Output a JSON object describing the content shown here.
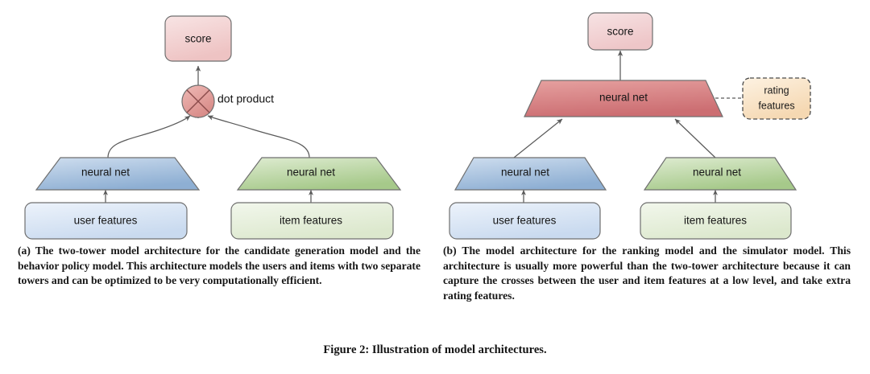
{
  "figure": {
    "number_label": "Figure 2:",
    "caption": "Figure 2: Illustration of model architectures."
  },
  "panels": [
    {
      "id": "a",
      "letter": "(a)",
      "caption": "(a) The two-tower model architecture for the candidate generation model and the behavior policy model. This architecture models the users and items with two separate towers and can be optimized to be very computationally efficient.",
      "nodes": {
        "score": "score",
        "operator_label": "dot product",
        "left_tower": "neural net",
        "right_tower": "neural net",
        "left_input": "user features",
        "right_input": "item features"
      }
    },
    {
      "id": "b",
      "letter": "(b)",
      "caption": "(b) The model architecture for the ranking model and the simulator model. This architecture is usually more powerful than the two-tower architecture because it can capture the crosses between the user and item features at a low level, and take extra rating features.",
      "nodes": {
        "score": "score",
        "top_net": "neural net",
        "side_input_line1": "rating",
        "side_input_line2": "features",
        "left_tower": "neural net",
        "right_tower": "neural net",
        "left_input": "user features",
        "right_input": "item features"
      }
    }
  ],
  "colors": {
    "score_fill_light": "#f6dcdc",
    "score_fill_dark": "#efc6c6",
    "operator_fill_light": "#edb3b0",
    "operator_fill_dark": "#d98d8a",
    "blue_fill_light": "#cbdbee",
    "blue_fill_dark": "#8fb0d4",
    "green_fill_light": "#dbe9cd",
    "green_fill_dark": "#a8ca8c",
    "red_fill_light": "#e39a9a",
    "red_fill_dark": "#cd6f72",
    "blue_box_light": "#eaf1fa",
    "blue_box_dark": "#cbdcf0",
    "green_box_light": "#f0f5e9",
    "green_box_dark": "#dde9cf",
    "rating_fill_light": "#fdf0dc",
    "rating_fill_dark": "#f6dbb6",
    "stroke": "#6f6f6f",
    "edge": "#5a5a5a",
    "background": "#ffffff"
  }
}
